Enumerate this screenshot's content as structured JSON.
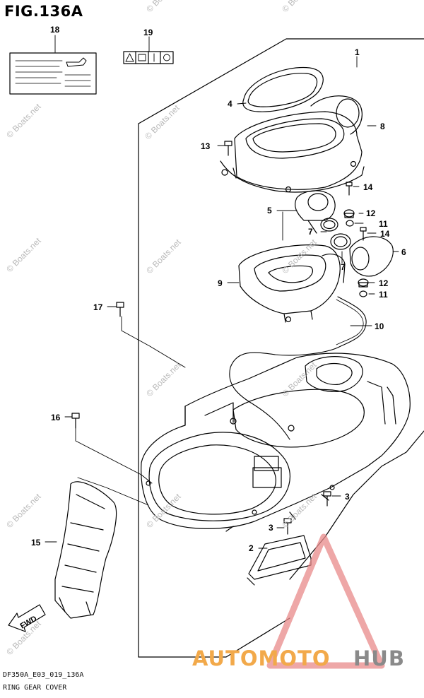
{
  "figure": {
    "title": "FIG.136A",
    "code": "DF350A_E03_019_136A",
    "name": "RING GEAR COVER"
  },
  "callouts": [
    "1",
    "2",
    "3",
    "3",
    "4",
    "5",
    "6",
    "7",
    "7",
    "8",
    "9",
    "10",
    "11",
    "11",
    "12",
    "12",
    "13",
    "14",
    "14",
    "15",
    "16",
    "17",
    "18",
    "19"
  ],
  "fwd_label": "FWD",
  "watermark": "© Boats.net",
  "brand": {
    "part1": "AUTOMOTO",
    "part2": "HUB",
    "color1": "#f2a94a",
    "color2": "#8a8a8a",
    "triangle_color": "#e88a8a"
  }
}
